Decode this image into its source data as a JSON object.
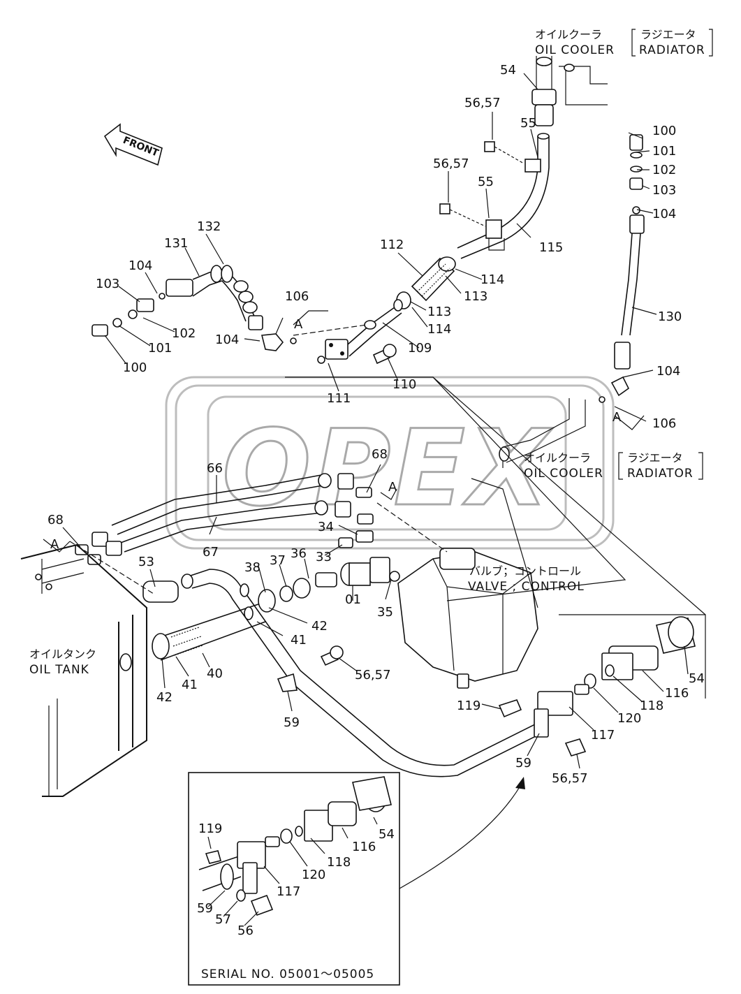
{
  "watermark": "OPEX",
  "front_label": "FRONT",
  "serial_box": {
    "caption": "SERIAL NO. 05001～05005"
  },
  "callouts": {
    "oil_cooler_top": {
      "jp": "オイルクーラ",
      "en": "OIL COOLER"
    },
    "radiator_top": {
      "jp": "ラジエータ",
      "en": "RADIATOR"
    },
    "oil_cooler_mid": {
      "jp": "オイルクーラ",
      "en": "OIL COOLER"
    },
    "radiator_mid": {
      "jp": "ラジエータ",
      "en": "RADIATOR"
    },
    "valve_control": {
      "jp": "バルブ；コントロール",
      "en": "VALVE ; CONTROL"
    },
    "oil_tank": {
      "jp": "オイルタンク",
      "en": "OIL TANK"
    }
  },
  "part_numbers": {
    "p54_top": "54",
    "p56_57_a": "56,57",
    "p55_a": "55",
    "p56_57_b": "56,57",
    "p55_b": "55",
    "p115": "115",
    "p112": "112",
    "p114_a": "114",
    "p113_a": "113",
    "p113_b": "113",
    "p114_b": "114",
    "p109": "109",
    "p110": "110",
    "p111": "111",
    "p100_r": "100",
    "p101_r": "101",
    "p102_r": "102",
    "p103_r": "103",
    "p104_r": "104",
    "p130": "130",
    "p104_r2": "104",
    "p106_r": "106",
    "p132": "132",
    "p131": "131",
    "p104_l": "104",
    "p103_l": "103",
    "p102_l": "102",
    "p101_l": "101",
    "p100_l": "100",
    "p104_l2": "104",
    "p106_l": "106",
    "pA_top": "A",
    "pA_right": "A",
    "pA_mid": "A",
    "pA_left": "A",
    "p66": "66",
    "p67": "67",
    "p68_a": "68",
    "p68_b": "68",
    "p34": "34",
    "p33": "33",
    "p38": "38",
    "p37": "37",
    "p36": "36",
    "p35": "35",
    "p01": "01",
    "p53": "53",
    "p42_a": "42",
    "p41_a": "41",
    "p40": "40",
    "p41_b": "41",
    "p42_b": "42",
    "p56_57_c": "56,57",
    "p59_a": "59",
    "p54_r": "54",
    "p116": "116",
    "p118": "118",
    "p120": "120",
    "p117": "117",
    "p119": "119",
    "p59_b": "59",
    "p56_57_d": "56,57",
    "s119": "119",
    "s54": "54",
    "s116": "116",
    "s118": "118",
    "s120": "120",
    "s117": "117",
    "s59": "59",
    "s57": "57",
    "s56": "56"
  }
}
